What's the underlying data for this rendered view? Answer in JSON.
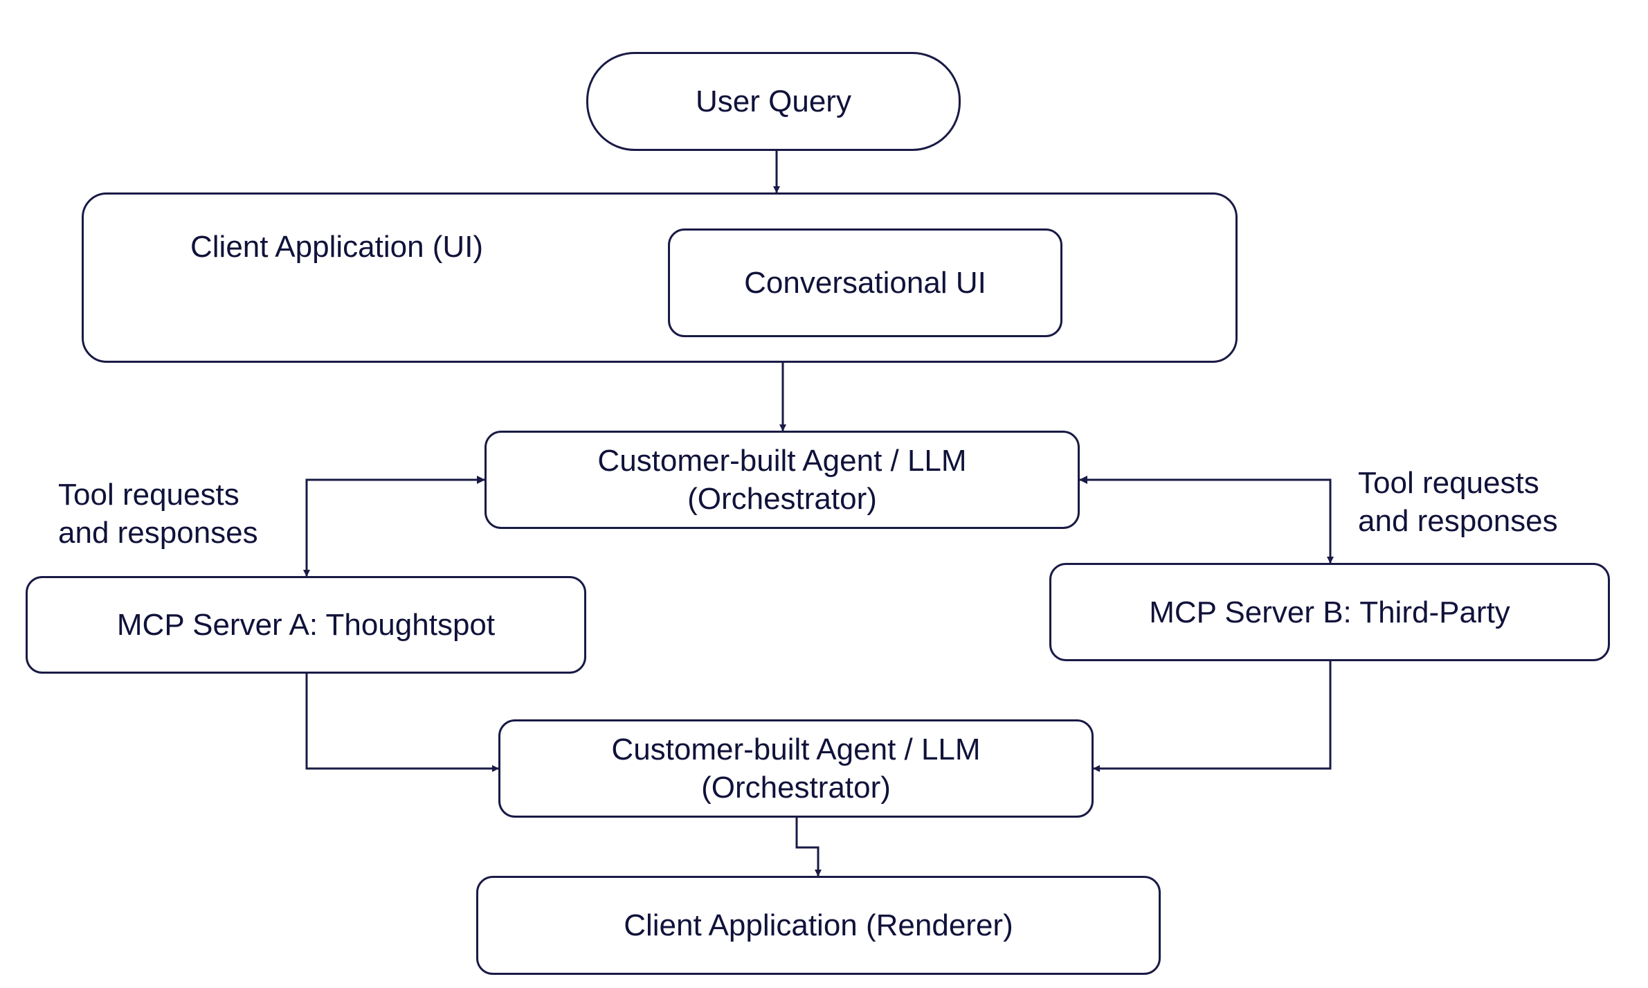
{
  "nodes": {
    "user_query": "User Query",
    "client_app_ui": "Client Application (UI)",
    "conversational_ui": "Conversational UI",
    "agent_top": {
      "line1": "Customer-built Agent / LLM",
      "line2": "(Orchestrator)"
    },
    "mcp_a": "MCP Server A: Thoughtspot",
    "mcp_b": "MCP Server B: Third-Party",
    "agent_bottom": {
      "line1": "Customer-built Agent / LLM",
      "line2": "(Orchestrator)"
    },
    "renderer": "Client Application (Renderer)"
  },
  "edge_labels": {
    "left": {
      "line1": "Tool requests",
      "line2": "and responses"
    },
    "right": {
      "line1": "Tool requests",
      "line2": "and responses"
    }
  },
  "colors": {
    "stroke": "#191a45",
    "text": "#10123a",
    "background": "#ffffff"
  }
}
